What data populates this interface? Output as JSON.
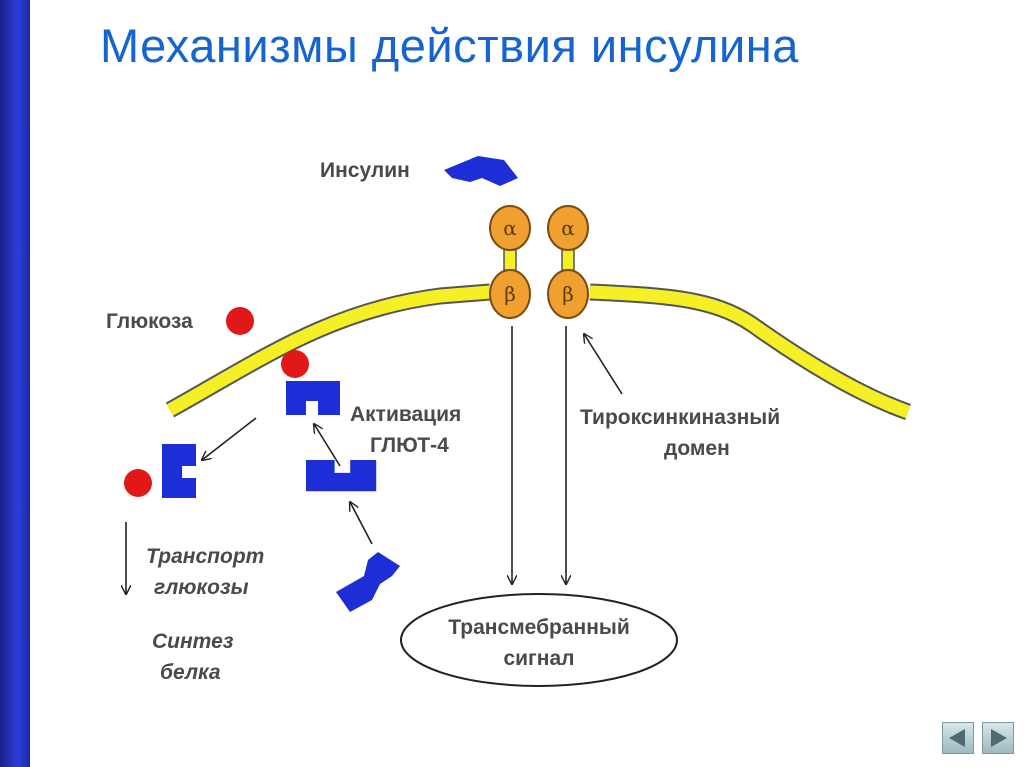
{
  "title": "Механизмы действия инсулина",
  "labels": {
    "insulin": "Инсулин",
    "glucose": "Глюкоза",
    "activation_line1": "Активация",
    "activation_line2": "ГЛЮТ-4",
    "tk_line1": "Тироксинкиназный",
    "tk_line2": "домен",
    "transport_line1": "Транспорт",
    "transport_line2": "глюкозы",
    "synthesis_line1": "Синтез",
    "synthesis_line2": "белка",
    "signal_line1": "Трансмебранный",
    "signal_line2": "сигнал"
  },
  "receptor": {
    "alpha": "α",
    "beta": "β"
  },
  "colors": {
    "title": "#1464d2",
    "membrane": "#f5f026",
    "glut4": "#1d2ed6",
    "glucose": "#e01818",
    "receptor": "#f0a030"
  },
  "nav": {
    "prev_icon": "triangle-left-icon",
    "next_icon": "triangle-right-icon"
  }
}
